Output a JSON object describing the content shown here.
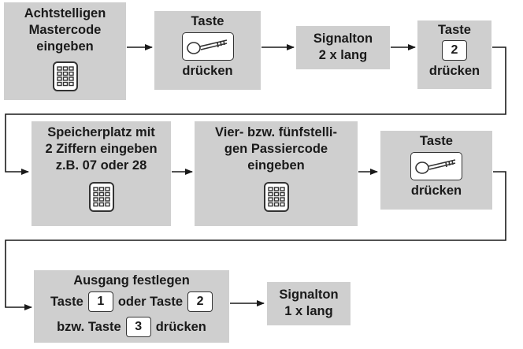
{
  "step1": {
    "line1": "Achtstelligen",
    "line2": "Mastercode",
    "line3": "eingeben",
    "icon": "keypad-icon"
  },
  "step2": {
    "title": "Taste",
    "action": "drücken",
    "icon": "key-icon"
  },
  "step3": {
    "line1": "Signalton",
    "line2": "2 x lang"
  },
  "step4": {
    "title": "Taste",
    "key": "2",
    "action": "drücken"
  },
  "step5": {
    "line1": "Speicherplatz mit",
    "line2": "2 Ziffern eingeben",
    "line3": "z.B. 07 oder 28",
    "icon": "keypad-icon"
  },
  "step6": {
    "line1": "Vier- bzw. fünfstelli-",
    "line2": "gen Passiercode",
    "line3": "eingeben",
    "icon": "keypad-icon"
  },
  "step7": {
    "title": "Taste",
    "action": "drücken",
    "icon": "key-icon"
  },
  "step8": {
    "title": "Ausgang festlegen",
    "word_taste": "Taste",
    "key1": "1",
    "word_oder_taste": "oder Taste",
    "key2": "2",
    "word_bzw_taste": "bzw. Taste",
    "key3": "3",
    "action": "drücken"
  },
  "step9": {
    "line1": "Signalton",
    "line2": "1 x lang"
  },
  "colors": {
    "box_fill": "#cfcfcf",
    "line": "#1a1a1a"
  }
}
